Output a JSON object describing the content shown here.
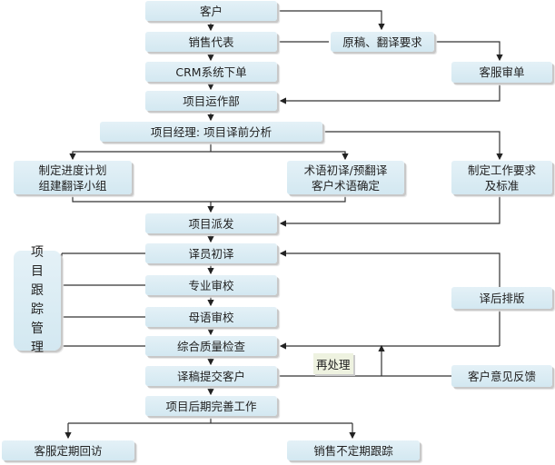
{
  "nodes": {
    "customer": "客户",
    "sales_rep": "销售代表",
    "crm_order": "CRM系统下单",
    "project_ops": "项目运作部",
    "pm_analysis": "项目经理: 项目译前分析",
    "source_requirements": "原稿、翻译要求",
    "cs_review": "客服审单",
    "schedule_line1": "制定进度计划",
    "schedule_line2": "组建翻译小组",
    "terms_line1": "术语初译/预翻译",
    "terms_line2": "客户术语确定",
    "standards_line1": "制定工作要求",
    "standards_line2": "及标准",
    "dispatch": "项目派发",
    "initial_translation": "译员初译",
    "pro_review": "专业审校",
    "native_review": "母语审校",
    "qa_check": "综合质量检查",
    "submit": "译稿提交客户",
    "post_work": "项目后期完善工作",
    "cs_visit": "客服定期回访",
    "sales_followup": "销售不定期跟踪",
    "typesetting": "译后排版",
    "feedback": "客户意见反馈",
    "tracking": [
      "项",
      "目",
      "跟",
      "踪",
      "管",
      "理"
    ]
  },
  "labels": {
    "reprocess": "再处理"
  }
}
